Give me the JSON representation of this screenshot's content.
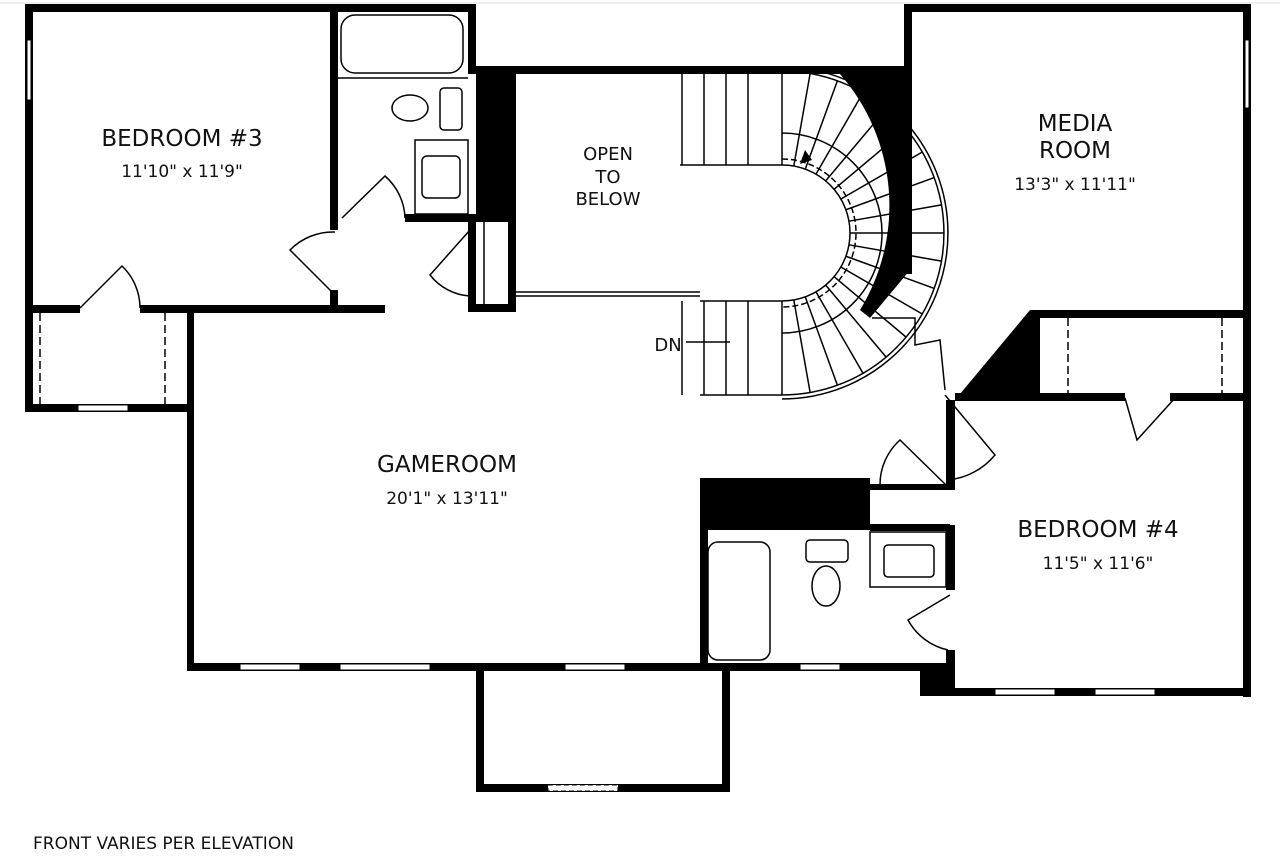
{
  "rooms": {
    "bedroom3": {
      "name": "BEDROOM #3",
      "size": "11'10\" x 11'9\""
    },
    "open_to_below": {
      "line1": "OPEN",
      "line2": "TO",
      "line3": "BELOW"
    },
    "media_room": {
      "line1": "MEDIA",
      "line2": "ROOM",
      "size": "13'3\" x 11'11\""
    },
    "gameroom": {
      "name": "GAMEROOM",
      "size": "20'1\" x 13'11\""
    },
    "bedroom4": {
      "name": "BEDROOM #4",
      "size": "11'5\" x 11'6\""
    }
  },
  "stairs": {
    "label": "DN"
  },
  "footer": {
    "note": "FRONT VARIES PER ELEVATION"
  }
}
